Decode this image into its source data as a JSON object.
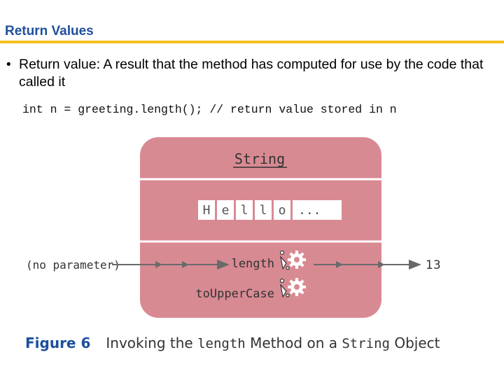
{
  "slide": {
    "title": "Return Values",
    "bullet": "Return value: A result that the method has computed for use by the code that called it",
    "code": "int n = greeting.length(); // return value stored in n"
  },
  "diagram": {
    "class_name": "String",
    "chars": [
      "H",
      "e",
      "l",
      "l",
      "o",
      "..."
    ],
    "methods": [
      "length",
      "toUpperCase"
    ],
    "input_label": "(no parameter)",
    "output_value": "13",
    "colors": {
      "panel": "#d88a93",
      "divider": "#ffffff",
      "text": "#333333",
      "char_box": "#ffffff"
    }
  },
  "caption": {
    "label": "Figure 6",
    "part1": "Invoking the ",
    "code1": "length",
    "part2": " Method on a ",
    "code2": "String",
    "part3": " Object"
  }
}
